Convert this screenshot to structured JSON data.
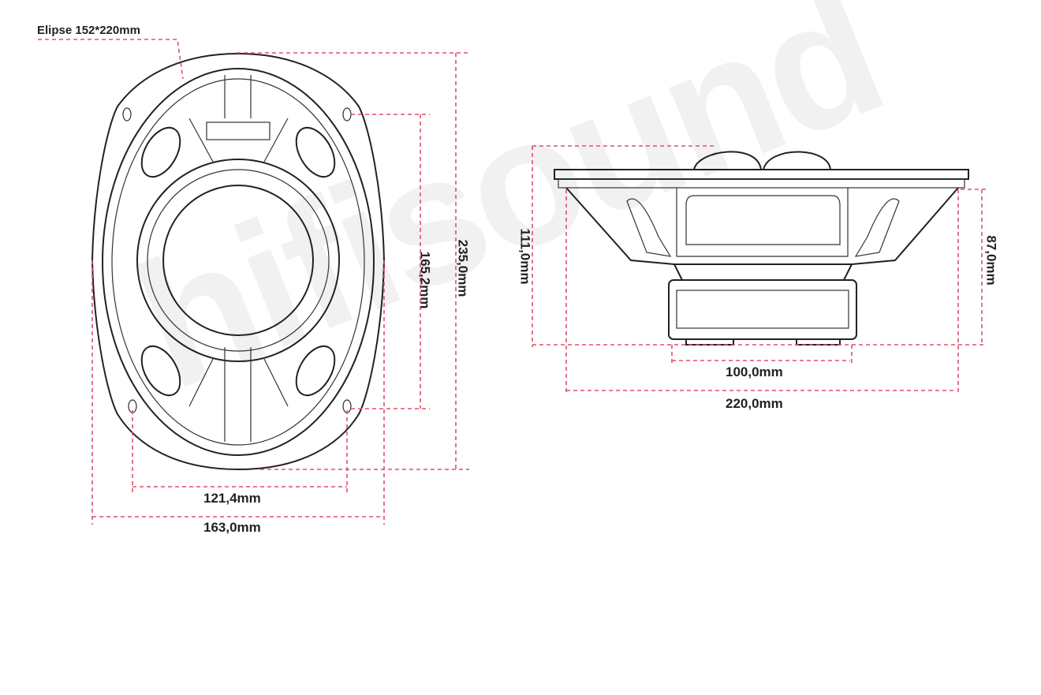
{
  "watermark": "hifisound",
  "colors": {
    "dimension_line": "#e0506a",
    "outline": "#222222"
  },
  "front_view": {
    "ellipse_label": "Elipse 152*220mm",
    "dim_width_mounting": "121,4mm",
    "dim_width_total": "163,0mm",
    "dim_height_mounting": "165,2mm",
    "dim_height_total": "235,0mm"
  },
  "side_view": {
    "dim_depth_total": "111,0mm",
    "dim_depth_mounting": "87,0mm",
    "dim_magnet": "100,0mm",
    "dim_width_total": "220,0mm"
  }
}
